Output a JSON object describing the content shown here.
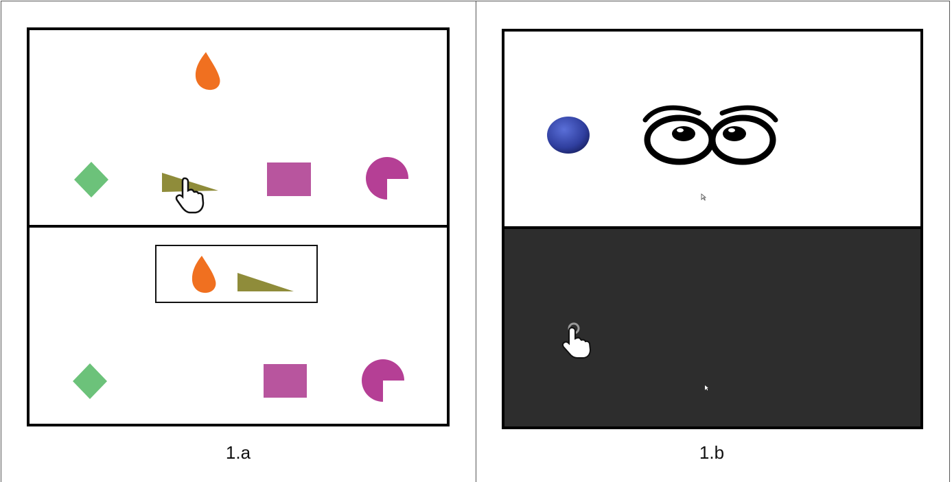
{
  "figures": [
    {
      "caption": "1.a",
      "top_screen": {
        "target_shape": "drop",
        "option_shapes": [
          "diamond",
          "right-triangle",
          "rectangle",
          "pacman-circle"
        ],
        "cursor_icon": "hand-pointer-icon"
      },
      "bottom_screen": {
        "selected_pair": [
          "drop",
          "right-triangle"
        ],
        "remaining_shapes": [
          "diamond",
          "rectangle",
          "pacman-circle"
        ]
      }
    },
    {
      "caption": "1.b",
      "top_screen": {
        "objects": [
          "blue-ball",
          "cartoon-eyes"
        ]
      },
      "bottom_screen": {
        "background": "dark",
        "cursor_icon": "hand-pointer-icon"
      }
    }
  ],
  "colors": {
    "orange": "#f07020",
    "green": "#6cc27a",
    "olive": "#8f8c3a",
    "pink": "#b8559e",
    "magenta": "#b53f95",
    "blue": "#2f3e9e",
    "dark_screen": "#2d2d2d"
  }
}
